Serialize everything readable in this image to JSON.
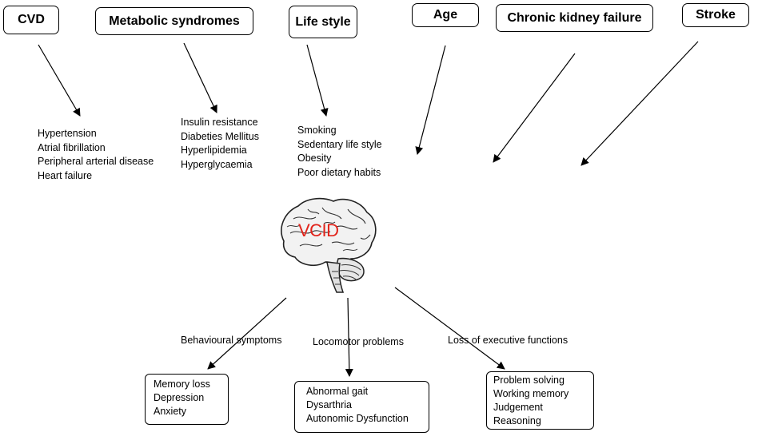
{
  "risk_factors": [
    {
      "label": "CVD",
      "items": [
        "Hypertension",
        "Atrial fibrillation",
        "Peripheral arterial disease",
        "Heart failure"
      ]
    },
    {
      "label": "Metabolic syndromes",
      "items": [
        "Insulin resistance",
        "Diabeties Mellitus",
        "Hyperlipidemia",
        "Hyperglycaemia"
      ]
    },
    {
      "label": "Life style",
      "items": [
        "Smoking",
        "Sedentary life style",
        "Obesity",
        "Poor dietary habits"
      ]
    },
    {
      "label": "Age"
    },
    {
      "label": "Chronic kidney failure"
    },
    {
      "label": "Stroke"
    }
  ],
  "center": {
    "label": "VCID"
  },
  "outcomes": [
    {
      "label": "Behavioural symptoms",
      "items": [
        "Memory loss",
        "Depression",
        "Anxiety"
      ]
    },
    {
      "label": "Locomotor problems",
      "items": [
        "Abnormal gait",
        "Dysarthria",
        "Autonomic Dysfunction"
      ]
    },
    {
      "label": "Loss of executive functions",
      "items": [
        "Problem solving",
        "Working memory",
        "Judgement",
        "Reasoning"
      ]
    }
  ],
  "colors": {
    "center_label": "#e2231a",
    "stroke": "#000000"
  }
}
